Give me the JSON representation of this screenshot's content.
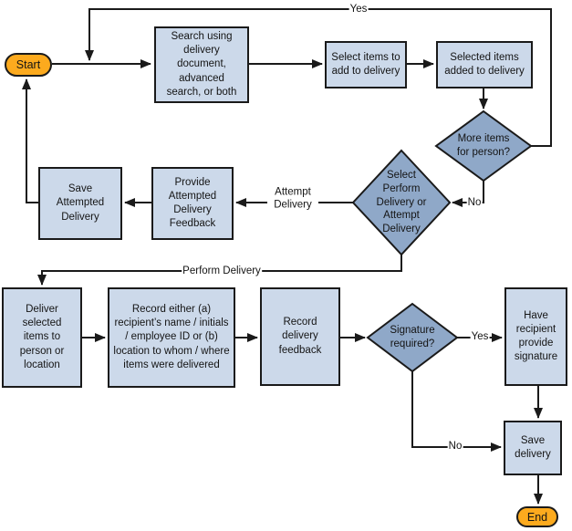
{
  "colors": {
    "background": "#ffffff",
    "box_fill": "#ccd9ea",
    "diamond_fill": "#8fa8c8",
    "terminator_fill": "#fcaa1e",
    "stroke": "#1a1a1a",
    "text": "#141414",
    "label_bg": "#ffffff"
  },
  "nodes": {
    "start": {
      "label": "Start"
    },
    "search": {
      "label": "Search using delivery document, advanced search, or both"
    },
    "select_items": {
      "label": "Select items to add to delivery"
    },
    "selected_items": {
      "label": "Selected items added to delivery"
    },
    "more_items": {
      "label": "More items for person?"
    },
    "select_delivery": {
      "label": "Select Perform Delivery or Attempt Delivery"
    },
    "provide_feedback": {
      "label": "Provide Attempted Delivery Feedback"
    },
    "save_attempted": {
      "label": "Save Attempted Delivery"
    },
    "deliver": {
      "label": "Deliver selected items to person or location"
    },
    "record_recipient": {
      "label": "Record either (a) recipient’s name / initials / employee ID or (b) location to whom / where items were delivered"
    },
    "record_feedback": {
      "label": "Record delivery feedback"
    },
    "signature": {
      "label": "Signature required?"
    },
    "have_recipient": {
      "label": "Have recipient provide signature"
    },
    "save_delivery": {
      "label": "Save delivery"
    },
    "end": {
      "label": "End"
    }
  },
  "edge_labels": {
    "more_items_yes": "Yes",
    "more_items_no": "No",
    "attempt_delivery": "Attempt Delivery",
    "perform_delivery": "Perform Delivery",
    "signature_yes": "Yes",
    "signature_no": "No"
  }
}
